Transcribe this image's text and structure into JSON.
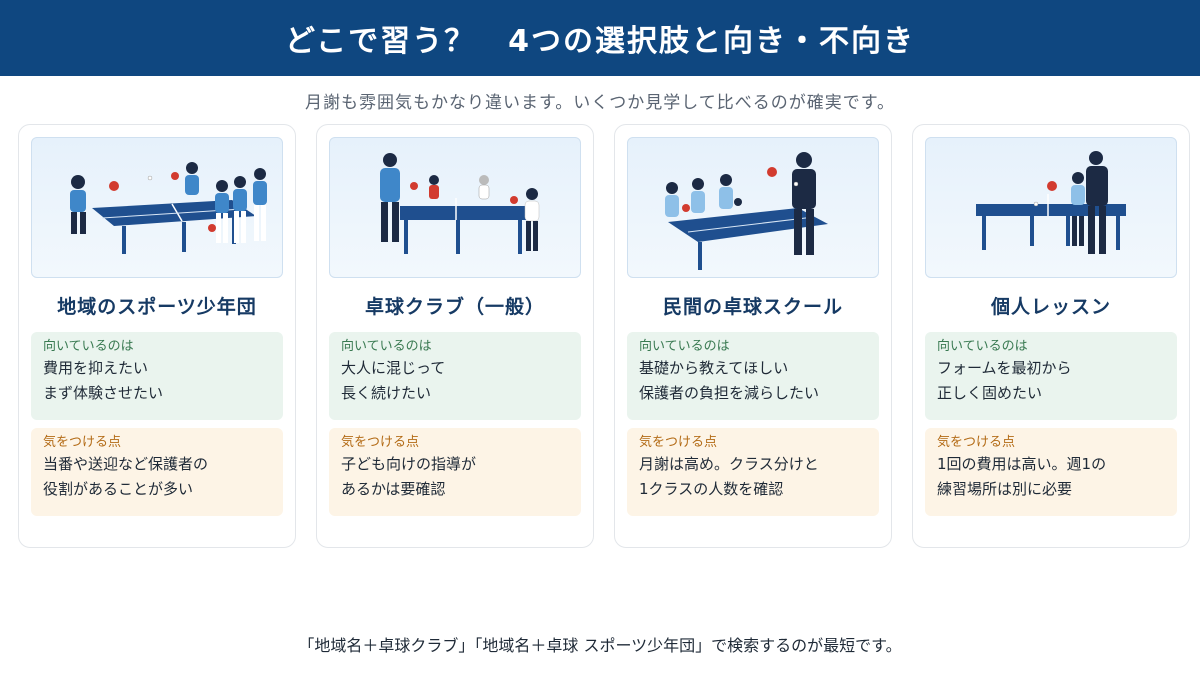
{
  "header": {
    "title": "どこで習う？　4つの選択肢と向き・不向き"
  },
  "subtitle": "月謝も雰囲気もかなり違います。いくつか見学して比べるのが確実です。",
  "good_label": "向いているのは",
  "warn_label": "気をつける点",
  "cards": [
    {
      "title": "地域のスポーツ少年団",
      "good": [
        "費用を抑えたい",
        "まず体験させたい"
      ],
      "warn": [
        "当番や送迎など保護者の",
        "役割があることが多い"
      ]
    },
    {
      "title": "卓球クラブ（一般）",
      "good": [
        "大人に混じって",
        "長く続けたい"
      ],
      "warn": [
        "子ども向けの指導が",
        "あるかは要確認"
      ]
    },
    {
      "title": "民間の卓球スクール",
      "good": [
        "基礎から教えてほしい",
        "保護者の負担を減らしたい"
      ],
      "warn": [
        "月謝は高め。クラス分けと",
        "1クラスの人数を確認"
      ]
    },
    {
      "title": "個人レッスン",
      "good": [
        "フォームを最初から",
        "正しく固めたい"
      ],
      "warn": [
        "1回の費用は高い。週1の",
        "練習場所は別に必要"
      ]
    }
  ],
  "footer": "「地域名＋卓球クラブ」「地域名＋卓球 スポーツ少年団」で検索するのが最短です。",
  "colors": {
    "header": "#0f4780",
    "table": "#1f4f8f",
    "good_bg": "#eaf4ee",
    "warn_bg": "#fdf4e6"
  }
}
